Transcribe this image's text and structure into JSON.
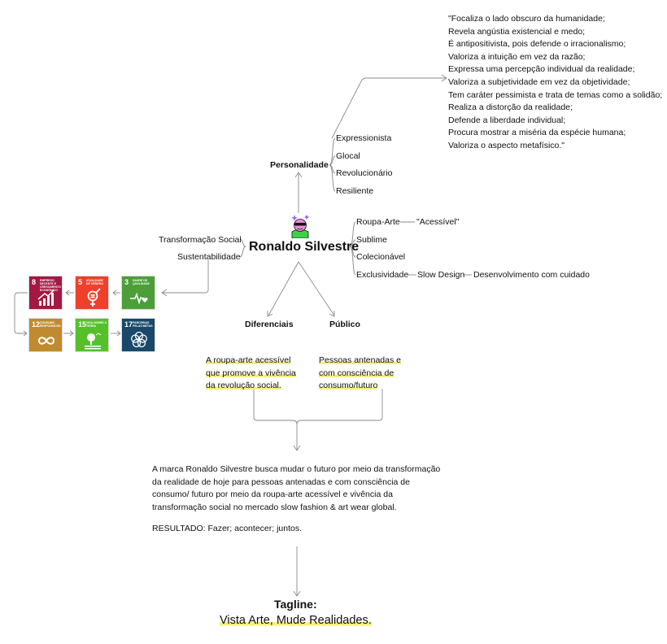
{
  "center": {
    "title": "Ronaldo Silvestre"
  },
  "personalidade": {
    "label": "Personalidade",
    "items": [
      "Expressionista",
      "Glocal",
      "Revolucionário",
      "Resiliente"
    ]
  },
  "quote": {
    "lines": [
      "\"Focaliza o lado obscuro da humanidade;",
      "Revela angústia existencial e medo;",
      "É antipositivista, pois defende o irracionalismo;",
      "Valoriza a intuição em vez da razão;",
      "Expressa uma percepção individual da realidade;",
      "Valoriza a subjetividade em vez da objetividade;",
      "Tem caráter pessimista e trata de temas como a solidão;",
      "Realiza a distorção da realidade;",
      "Defende a liberdade individual;",
      "Procura mostrar a miséria da espécie humana;",
      "Valoriza o aspecto metafísico.\""
    ]
  },
  "right_branch": {
    "roupa_arte": "Roupa-Arte",
    "acessivel": "\"Acessível\"",
    "sublime": "Sublime",
    "colecionavel": "Colecionável",
    "exclusividade": "Exclusividade",
    "slow_design": "Slow Design",
    "desenvolvimento": "Desenvolvimento com cuidado"
  },
  "left_branch": {
    "transformacao": "Transformação Social",
    "sustentabilidade": "Sustentabilidade"
  },
  "sdgs": [
    {
      "num": "8",
      "label": "EMPREGO DECENTE E CRESCIMENTO ECONÔMICO",
      "color": "#a21942",
      "icon": "growth-chart-icon"
    },
    {
      "num": "5",
      "label": "IGUALDADE DE GÊNERO",
      "color": "#ef402b",
      "icon": "gender-equality-icon"
    },
    {
      "num": "3",
      "label": "SAÚDE DE QUALIDADE",
      "color": "#4c9f38",
      "icon": "heartbeat-icon"
    },
    {
      "num": "12",
      "label": "CONSUMO RESPONSÁVEL",
      "color": "#bf8b2e",
      "icon": "infinity-icon"
    },
    {
      "num": "15",
      "label": "VIDA SOBRE A TERRA",
      "color": "#56c02b",
      "icon": "tree-icon"
    },
    {
      "num": "17",
      "label": "PARCERIAS PELAS METAS",
      "color": "#19486a",
      "icon": "flower-rings-icon"
    }
  ],
  "diferenciais": {
    "label": "Diferenciais",
    "text_lines": [
      "A roupa-arte acessível",
      "que promove a vivência",
      "da revolução social."
    ]
  },
  "publico": {
    "label": "Público",
    "text_lines": [
      "Pessoas antenadas e",
      "com consciência de",
      "consumo/futuro"
    ]
  },
  "summary": {
    "paragraph": "A marca Ronaldo Silvestre busca mudar o futuro por meio da transformação da realidade de hoje para pessoas antenadas e com consciência de consumo/ futuro por meio da roupa-arte acessível e vivência da transformação social no mercado slow fashion & art wear global.",
    "resultado": "RESULTADO: Fazer; acontecer; juntos."
  },
  "tagline": {
    "label": "Tagline:",
    "text": "Vista Arte, Mude Realidades."
  },
  "colors": {
    "line": "#8a8a8a",
    "highlight": "#f4ef7a",
    "avatar_green": "#3fd14a",
    "avatar_pink": "#f08bd8"
  }
}
